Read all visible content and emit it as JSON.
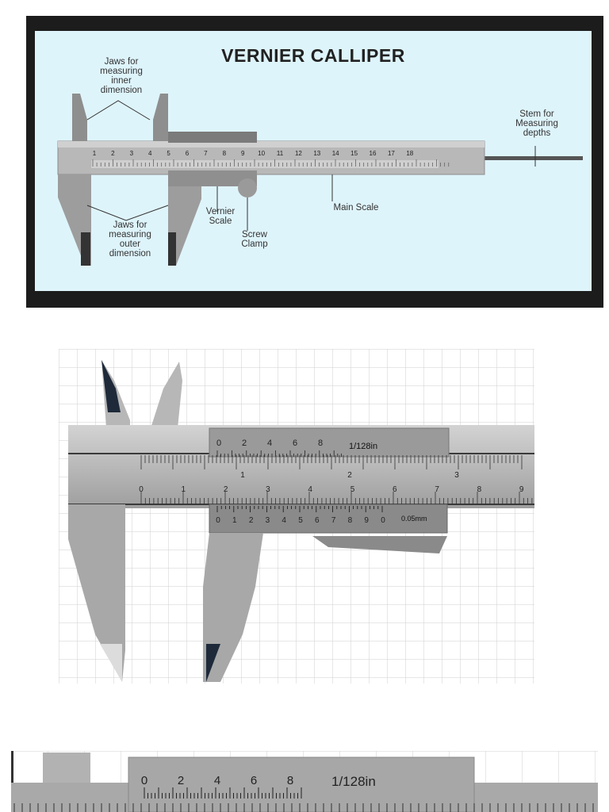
{
  "diagram": {
    "title": "VERNIER CALLIPER",
    "labels": {
      "inner_jaws": [
        "Jaws for",
        "measuring",
        "inner",
        "dimension"
      ],
      "outer_jaws": [
        "Jaws for",
        "measuring",
        "outer",
        "dimension"
      ],
      "vernier_scale": [
        "Vernier",
        "Scale"
      ],
      "screw_clamp": [
        "Screw",
        "Clamp"
      ],
      "main_scale": "Main Scale",
      "stem": [
        "Stem for",
        "Measuring",
        "depths"
      ]
    },
    "main_scale_numbers": [
      "1",
      "2",
      "3",
      "4",
      "5",
      "6",
      "7",
      "8",
      "9",
      "10",
      "11",
      "12",
      "13",
      "14",
      "15",
      "16",
      "17",
      "18"
    ]
  },
  "photo1": {
    "inch_scale_numbers": [
      "0",
      "2",
      "4",
      "6",
      "8"
    ],
    "inch_unit": "1/128in",
    "main_cm_numbers": [
      "0",
      "1",
      "2",
      "3",
      "4",
      "5",
      "6",
      "7",
      "8",
      "9"
    ],
    "main_inch_numbers": [
      "1",
      "2",
      "3"
    ],
    "vernier_numbers": [
      "0",
      "1",
      "2",
      "3",
      "4",
      "5",
      "6",
      "7",
      "8",
      "9",
      "0"
    ],
    "vernier_unit": "0.05mm"
  },
  "photo2": {
    "inch_scale_numbers": [
      "0",
      "2",
      "4",
      "6",
      "8"
    ],
    "inch_unit": "1/128in"
  }
}
